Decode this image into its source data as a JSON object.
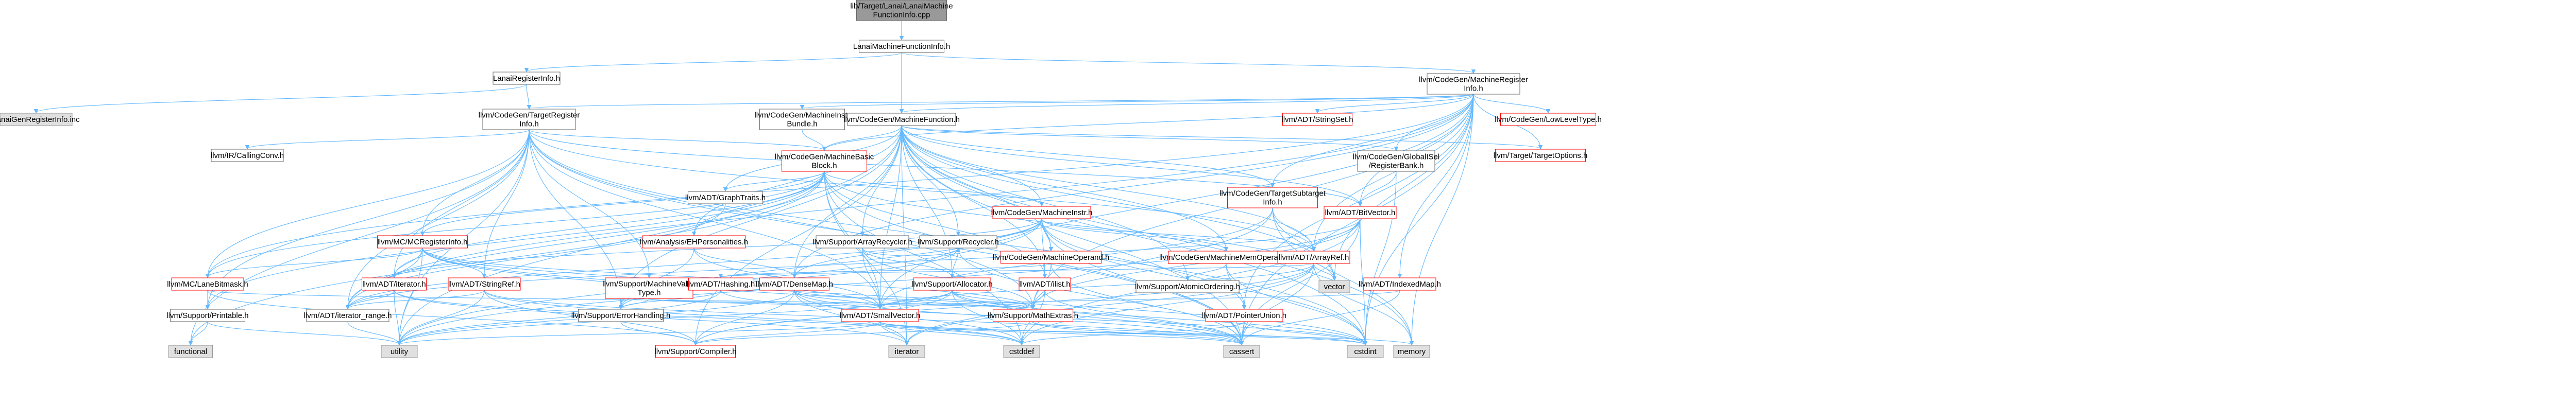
{
  "diagram": {
    "title": "",
    "colors": {
      "root_fill": "#999999",
      "node_fill": "#ffffff",
      "grey_fill": "#e0e0e0",
      "normal_border": "#666666",
      "red_border": "#ff0000",
      "edge": "#63b8ff",
      "text": "#000000"
    },
    "nodes": [
      {
        "id": "root",
        "lines": [
          "lib/Target/Lanai/LanaiMachine",
          "FunctionInfo.cpp"
        ],
        "style": "root"
      },
      {
        "id": "lmfi",
        "lines": [
          "LanaiMachineFunctionInfo.h"
        ],
        "style": "normal"
      },
      {
        "id": "lri",
        "lines": [
          "LanaiRegisterInfo.h"
        ],
        "style": "normal"
      },
      {
        "id": "lgri",
        "lines": [
          "LanaiGenRegisterInfo.inc"
        ],
        "style": "grey"
      },
      {
        "id": "mri",
        "lines": [
          "llvm/CodeGen/MachineRegister",
          "Info.h"
        ],
        "style": "normal"
      },
      {
        "id": "tri",
        "lines": [
          "llvm/CodeGen/TargetRegister",
          "Info.h"
        ],
        "style": "normal"
      },
      {
        "id": "mib",
        "lines": [
          "llvm/CodeGen/MachineInstr",
          "Bundle.h"
        ],
        "style": "normal"
      },
      {
        "id": "mf",
        "lines": [
          "llvm/CodeGen/MachineFunction.h"
        ],
        "style": "normal"
      },
      {
        "id": "sset",
        "lines": [
          "llvm/ADT/StringSet.h"
        ],
        "style": "red"
      },
      {
        "id": "llt",
        "lines": [
          "llvm/CodeGen/LowLevelType.h"
        ],
        "style": "red"
      },
      {
        "id": "cc",
        "lines": [
          "llvm/IR/CallingConv.h"
        ],
        "style": "normal"
      },
      {
        "id": "mbb",
        "lines": [
          "llvm/CodeGen/MachineBasic",
          "Block.h"
        ],
        "style": "red"
      },
      {
        "id": "grb",
        "lines": [
          "llvm/CodeGen/GlobalISel",
          "/RegisterBank.h"
        ],
        "style": "normal"
      },
      {
        "id": "tto",
        "lines": [
          "llvm/Target/TargetOptions.h"
        ],
        "style": "red"
      },
      {
        "id": "gt",
        "lines": [
          "llvm/ADT/GraphTraits.h"
        ],
        "style": "normal"
      },
      {
        "id": "tsi",
        "lines": [
          "llvm/CodeGen/TargetSubtarget",
          "Info.h"
        ],
        "style": "red"
      },
      {
        "id": "bv",
        "lines": [
          "llvm/ADT/BitVector.h"
        ],
        "style": "red"
      },
      {
        "id": "mi",
        "lines": [
          "llvm/CodeGen/MachineInstr.h"
        ],
        "style": "red"
      },
      {
        "id": "mcri",
        "lines": [
          "llvm/MC/MCRegisterInfo.h"
        ],
        "style": "red"
      },
      {
        "id": "ehp",
        "lines": [
          "llvm/Analysis/EHPersonalities.h"
        ],
        "style": "red"
      },
      {
        "id": "arec",
        "lines": [
          "llvm/Support/ArrayRecycler.h"
        ],
        "style": "normal"
      },
      {
        "id": "rec",
        "lines": [
          "llvm/Support/Recycler.h"
        ],
        "style": "normal"
      },
      {
        "id": "mo",
        "lines": [
          "llvm/CodeGen/MachineOperand.h"
        ],
        "style": "red"
      },
      {
        "id": "mmo",
        "lines": [
          "llvm/CodeGen/MachineMemOperand.h"
        ],
        "style": "red"
      },
      {
        "id": "aref",
        "lines": [
          "llvm/ADT/ArrayRef.h"
        ],
        "style": "red"
      },
      {
        "id": "lbm",
        "lines": [
          "llvm/MC/LaneBitmask.h"
        ],
        "style": "red"
      },
      {
        "id": "iter",
        "lines": [
          "llvm/ADT/iterator.h"
        ],
        "style": "red"
      },
      {
        "id": "sref",
        "lines": [
          "llvm/ADT/StringRef.h"
        ],
        "style": "red"
      },
      {
        "id": "mvt",
        "lines": [
          "llvm/Support/MachineValue",
          "Type.h"
        ],
        "style": "red"
      },
      {
        "id": "hash",
        "lines": [
          "llvm/ADT/Hashing.h"
        ],
        "style": "red"
      },
      {
        "id": "dmap",
        "lines": [
          "llvm/ADT/DenseMap.h"
        ],
        "style": "red"
      },
      {
        "id": "alloc",
        "lines": [
          "llvm/Support/Allocator.h"
        ],
        "style": "red"
      },
      {
        "id": "ilist",
        "lines": [
          "llvm/ADT/ilist.h"
        ],
        "style": "red"
      },
      {
        "id": "aord",
        "lines": [
          "llvm/Support/AtomicOrdering.h"
        ],
        "style": "normal"
      },
      {
        "id": "vector",
        "lines": [
          "vector"
        ],
        "style": "grey"
      },
      {
        "id": "imap",
        "lines": [
          "llvm/ADT/IndexedMap.h"
        ],
        "style": "red"
      },
      {
        "id": "printable",
        "lines": [
          "llvm/Support/Printable.h"
        ],
        "style": "normal"
      },
      {
        "id": "irange",
        "lines": [
          "llvm/ADT/iterator_range.h"
        ],
        "style": "normal"
      },
      {
        "id": "errh",
        "lines": [
          "llvm/Support/ErrorHandling.h"
        ],
        "style": "normal"
      },
      {
        "id": "svec",
        "lines": [
          "llvm/ADT/SmallVector.h"
        ],
        "style": "red"
      },
      {
        "id": "mext",
        "lines": [
          "llvm/Support/MathExtras.h"
        ],
        "style": "red"
      },
      {
        "id": "pu",
        "lines": [
          "llvm/ADT/PointerUnion.h"
        ],
        "style": "red"
      },
      {
        "id": "functional",
        "lines": [
          "functional"
        ],
        "style": "grey"
      },
      {
        "id": "utility",
        "lines": [
          "utility"
        ],
        "style": "grey"
      },
      {
        "id": "compiler",
        "lines": [
          "llvm/Support/Compiler.h"
        ],
        "style": "red"
      },
      {
        "id": "iterator",
        "lines": [
          "iterator"
        ],
        "style": "grey"
      },
      {
        "id": "cstddef",
        "lines": [
          "cstddef"
        ],
        "style": "grey"
      },
      {
        "id": "cassert",
        "lines": [
          "cassert"
        ],
        "style": "grey"
      },
      {
        "id": "cstdint",
        "lines": [
          "cstdint"
        ],
        "style": "grey"
      },
      {
        "id": "memory",
        "lines": [
          "memory"
        ],
        "style": "grey"
      }
    ],
    "edges": [
      [
        "root",
        "lmfi"
      ],
      [
        "lmfi",
        "lri"
      ],
      [
        "lmfi",
        "mri"
      ],
      [
        "lmfi",
        "mf"
      ],
      [
        "lri",
        "lgri"
      ],
      [
        "lri",
        "tri"
      ],
      [
        "mri",
        "tri"
      ],
      [
        "mri",
        "mib"
      ],
      [
        "mri",
        "mf"
      ],
      [
        "mri",
        "sset"
      ],
      [
        "mri",
        "llt"
      ],
      [
        "mri",
        "mbb"
      ],
      [
        "mri",
        "grb"
      ],
      [
        "mri",
        "tto"
      ],
      [
        "mri",
        "tsi"
      ],
      [
        "mri",
        "bv"
      ],
      [
        "mri",
        "aref"
      ],
      [
        "mri",
        "imap"
      ],
      [
        "mri",
        "irange"
      ],
      [
        "mri",
        "mext"
      ],
      [
        "mri",
        "pu"
      ],
      [
        "mri",
        "vector"
      ],
      [
        "mri",
        "memory"
      ],
      [
        "mri",
        "cstdint"
      ],
      [
        "mri",
        "cassert"
      ],
      [
        "mri",
        "lbm"
      ],
      [
        "mri",
        "dmap"
      ],
      [
        "mri",
        "svec"
      ],
      [
        "tri",
        "cc"
      ],
      [
        "tri",
        "mbb"
      ],
      [
        "tri",
        "mcri"
      ],
      [
        "tri",
        "lbm"
      ],
      [
        "tri",
        "printable"
      ],
      [
        "tri",
        "irange"
      ],
      [
        "tri",
        "functional"
      ],
      [
        "tri",
        "utility"
      ],
      [
        "tri",
        "aref"
      ],
      [
        "tri",
        "svec"
      ],
      [
        "tri",
        "sref"
      ],
      [
        "tri",
        "iter"
      ],
      [
        "tri",
        "mvt"
      ],
      [
        "tri",
        "errh"
      ],
      [
        "tri",
        "mext"
      ],
      [
        "tri",
        "cassert"
      ],
      [
        "tri",
        "cstdint"
      ],
      [
        "tri",
        "bv"
      ],
      [
        "mib",
        "mbb"
      ],
      [
        "mf",
        "mbb"
      ],
      [
        "mf",
        "gt"
      ],
      [
        "mf",
        "mi"
      ],
      [
        "mf",
        "ehp"
      ],
      [
        "mf",
        "arec"
      ],
      [
        "mf",
        "rec"
      ],
      [
        "mf",
        "mo"
      ],
      [
        "mf",
        "mmo"
      ],
      [
        "mf",
        "aref"
      ],
      [
        "mf",
        "bv"
      ],
      [
        "mf",
        "dmap"
      ],
      [
        "mf",
        "svec"
      ],
      [
        "mf",
        "alloc"
      ],
      [
        "mf",
        "ilist"
      ],
      [
        "mf",
        "aord"
      ],
      [
        "mf",
        "compiler"
      ],
      [
        "mf",
        "errh"
      ],
      [
        "mf",
        "iterator"
      ],
      [
        "mf",
        "cassert"
      ],
      [
        "mf",
        "cstdint"
      ],
      [
        "mf",
        "memory"
      ],
      [
        "mf",
        "utility"
      ],
      [
        "mf",
        "vector"
      ],
      [
        "mf",
        "tsi"
      ],
      [
        "mf",
        "tto"
      ],
      [
        "mf",
        "grb"
      ],
      [
        "mbb",
        "gt"
      ],
      [
        "mbb",
        "mi"
      ],
      [
        "mbb",
        "ilist"
      ],
      [
        "mbb",
        "irange"
      ],
      [
        "mbb",
        "lbm"
      ],
      [
        "mbb",
        "mcri"
      ],
      [
        "mbb",
        "printable"
      ],
      [
        "mbb",
        "iter"
      ],
      [
        "mbb",
        "ehp"
      ],
      [
        "mbb",
        "svec"
      ],
      [
        "mbb",
        "cassert"
      ],
      [
        "mbb",
        "cstddef"
      ],
      [
        "mbb",
        "functional"
      ],
      [
        "mbb",
        "iterator"
      ],
      [
        "mbb",
        "string"
      ],
      [
        "mbb",
        "vector"
      ],
      [
        "grb",
        "bv"
      ],
      [
        "grb",
        "cstdint"
      ],
      [
        "gt",
        "irange"
      ],
      [
        "tsi",
        "aref"
      ],
      [
        "tsi",
        "svec"
      ],
      [
        "tsi",
        "mext"
      ],
      [
        "tsi",
        "vector"
      ],
      [
        "tsi",
        "memory"
      ],
      [
        "bv",
        "aref"
      ],
      [
        "bv",
        "mext"
      ],
      [
        "bv",
        "irange"
      ],
      [
        "bv",
        "cassert"
      ],
      [
        "bv",
        "cstdint"
      ],
      [
        "bv",
        "utility"
      ],
      [
        "bv",
        "cstddef"
      ],
      [
        "mi",
        "mo"
      ],
      [
        "mi",
        "mmo"
      ],
      [
        "mi",
        "aref"
      ],
      [
        "mi",
        "ilist"
      ],
      [
        "mi",
        "irange"
      ],
      [
        "mi",
        "dmap"
      ],
      [
        "mi",
        "pu"
      ],
      [
        "mi",
        "cstdint"
      ],
      [
        "mi",
        "cassert"
      ],
      [
        "mi",
        "utility"
      ],
      [
        "mi",
        "errh"
      ],
      [
        "mi",
        "iter"
      ],
      [
        "mcri",
        "lbm"
      ],
      [
        "mcri",
        "iter"
      ],
      [
        "mcri",
        "sref"
      ],
      [
        "mcri",
        "irange"
      ],
      [
        "mcri",
        "cassert"
      ],
      [
        "mcri",
        "cstdint"
      ],
      [
        "mcri",
        "utility"
      ],
      [
        "mcri",
        "mext"
      ],
      [
        "mcri",
        "svec"
      ],
      [
        "ehp",
        "svec"
      ],
      [
        "ehp",
        "dmap"
      ],
      [
        "ehp",
        "errh"
      ],
      [
        "arec",
        "svec"
      ],
      [
        "arec",
        "alloc"
      ],
      [
        "arec",
        "rec"
      ],
      [
        "arec",
        "mext"
      ],
      [
        "rec",
        "alloc"
      ],
      [
        "rec",
        "errh"
      ],
      [
        "rec",
        "cassert"
      ],
      [
        "mo",
        "hash"
      ],
      [
        "mo",
        "mext"
      ],
      [
        "mo",
        "cassert"
      ],
      [
        "mmo",
        "aord"
      ],
      [
        "mmo",
        "pu"
      ],
      [
        "mmo",
        "cstdint"
      ],
      [
        "aref",
        "hash"
      ],
      [
        "aref",
        "svec"
      ],
      [
        "aref",
        "compiler"
      ],
      [
        "aref",
        "cassert"
      ],
      [
        "aref",
        "cstddef"
      ],
      [
        "aref",
        "iterator"
      ],
      [
        "aref",
        "memory"
      ],
      [
        "aref",
        "vector"
      ],
      [
        "lbm",
        "printable"
      ],
      [
        "lbm",
        "mext"
      ],
      [
        "lbm",
        "compiler"
      ],
      [
        "iter",
        "irange"
      ],
      [
        "iter",
        "cstddef"
      ],
      [
        "iter",
        "iterator"
      ],
      [
        "iter",
        "utility"
      ],
      [
        "sref",
        "irange"
      ],
      [
        "sref",
        "compiler"
      ],
      [
        "sref",
        "cassert"
      ],
      [
        "sref",
        "utility"
      ],
      [
        "sref",
        "cstddef"
      ],
      [
        "mvt",
        "svec"
      ],
      [
        "mvt",
        "mext"
      ],
      [
        "mvt",
        "errh"
      ],
      [
        "hash",
        "errh"
      ],
      [
        "hash",
        "utility"
      ],
      [
        "hash",
        "cstdint"
      ],
      [
        "dmap",
        "mext"
      ],
      [
        "dmap",
        "compiler"
      ],
      [
        "dmap",
        "cassert"
      ],
      [
        "dmap",
        "cstddef"
      ],
      [
        "dmap",
        "iterator"
      ],
      [
        "dmap",
        "utility"
      ],
      [
        "dmap",
        "svec"
      ],
      [
        "alloc",
        "mext"
      ],
      [
        "alloc",
        "compiler"
      ],
      [
        "alloc",
        "svec"
      ],
      [
        "alloc",
        "cassert"
      ],
      [
        "alloc",
        "cstddef"
      ],
      [
        "alloc",
        "cstdint"
      ],
      [
        "alloc",
        "utility"
      ],
      [
        "ilist",
        "cassert"
      ],
      [
        "ilist",
        "cstddef"
      ],
      [
        "ilist",
        "iterator"
      ],
      [
        "imap",
        "svec"
      ],
      [
        "imap",
        "cassert"
      ],
      [
        "printable",
        "functional"
      ],
      [
        "printable",
        "utility"
      ],
      [
        "irange",
        "utility"
      ],
      [
        "errh",
        "compiler"
      ],
      [
        "svec",
        "compiler"
      ],
      [
        "svec",
        "cassert"
      ],
      [
        "svec",
        "cstddef"
      ],
      [
        "svec",
        "cstdint"
      ],
      [
        "svec",
        "iterator"
      ],
      [
        "svec",
        "memory"
      ],
      [
        "svec",
        "utility"
      ],
      [
        "mext",
        "compiler"
      ],
      [
        "mext",
        "cassert"
      ],
      [
        "mext",
        "cstdint"
      ],
      [
        "pu",
        "cassert"
      ],
      [
        "pu",
        "cstddef"
      ],
      [
        "pu",
        "cstdint"
      ]
    ]
  }
}
